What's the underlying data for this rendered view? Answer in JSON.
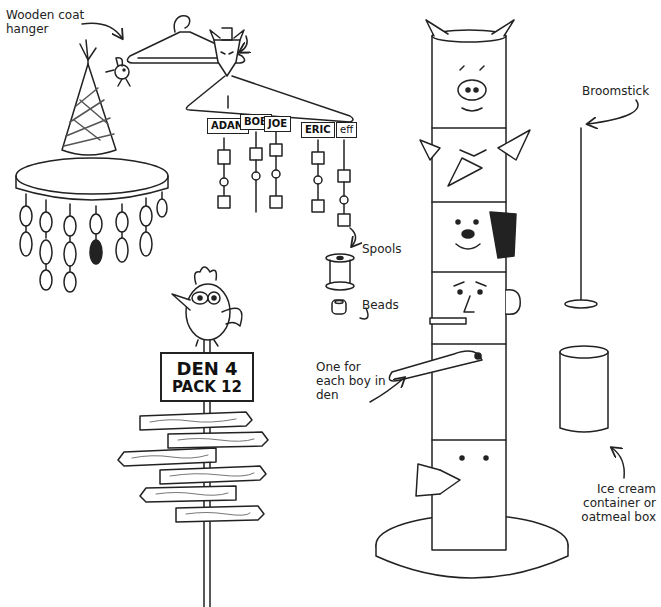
{
  "diagram": {
    "nodes": [
      {
        "text": [
          "ADAM"
        ]
      },
      {
        "text": [
          "BOB"
        ]
      },
      {
        "text": [
          "JOE"
        ]
      },
      {
        "text": [
          "ERIC"
        ]
      },
      {
        "text": [
          "eff"
        ]
      },
      {
        "text": [
          "DEN 4",
          "PACK 12"
        ]
      }
    ],
    "labels": [
      "Wooden coat hanger",
      "Spools",
      "Beads",
      "Broomstick",
      "One for each boy in den",
      "Ice cream container or oatmeal box"
    ]
  }
}
